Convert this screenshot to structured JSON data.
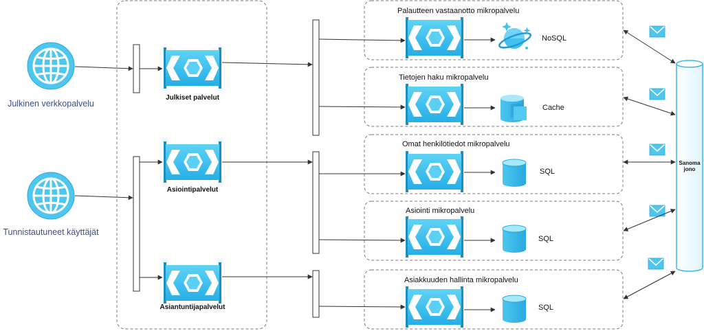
{
  "clients": [
    {
      "label": "Julkinen verkkopalvelu",
      "icon": "globe-icon"
    },
    {
      "label": "Tunnistautuneet käyttäjät",
      "icon": "globe-icon"
    }
  ],
  "gateways": [
    {
      "label": "Julkiset palvelut",
      "icon": "api-management-icon"
    },
    {
      "label": "Asiointipalvelut",
      "icon": "api-management-icon"
    },
    {
      "label": "Asiantuntijapalvelut",
      "icon": "api-management-icon"
    }
  ],
  "microservices": [
    {
      "title": "Palautteen vastaanotto mikropalvelu",
      "store": "NoSQL",
      "store_icon": "cosmos-db-icon"
    },
    {
      "title": "Tietojen haku mikropalvelu",
      "store": "Cache",
      "store_icon": "cache-icon"
    },
    {
      "title": "Omat henkilötiedot mikropalvelu",
      "store": "SQL",
      "store_icon": "database-icon"
    },
    {
      "title": "Asiointi mikropalvelu",
      "store": "SQL",
      "store_icon": "database-icon"
    },
    {
      "title": "Asiakkuuden hallinta mikropalvelu",
      "store": "SQL",
      "store_icon": "database-icon"
    }
  ],
  "queue": {
    "label_line1": "Sanoma",
    "label_line2": "jono",
    "icon": "envelope-icon"
  },
  "colors": {
    "accent": "#3cc3ef",
    "accent_dark": "#1a9fd4",
    "accent_light": "#8fdcf7",
    "line": "#333333",
    "dash": "#777777"
  }
}
